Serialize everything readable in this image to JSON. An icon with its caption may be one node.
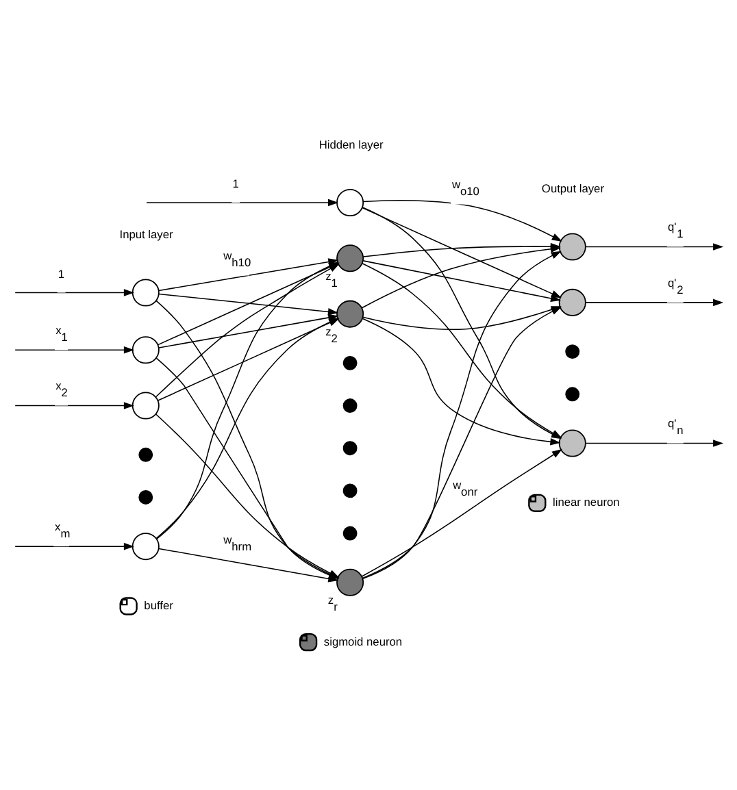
{
  "diagram": {
    "nodes": [
      {
        "text": [],
        "shape": "circle"
      },
      {
        "text": [],
        "shape": "circle"
      },
      {
        "text": [],
        "shape": "circle"
      },
      {
        "text": [],
        "shape": "circle"
      },
      {
        "text": [],
        "shape": "circle"
      },
      {
        "text": [],
        "shape": "circle"
      },
      {
        "text": [],
        "shape": "circle"
      },
      {
        "text": [],
        "shape": "circle",
        "beside": [
          "z$_{1}$"
        ]
      },
      {
        "text": [],
        "shape": "circle",
        "beside": [
          "z$_{2}$"
        ]
      },
      {
        "text": [],
        "shape": "circle"
      },
      {
        "text": [],
        "shape": "circle"
      },
      {
        "text": [],
        "shape": "circle"
      },
      {
        "text": [],
        "shape": "circle"
      },
      {
        "text": [],
        "shape": "circle"
      },
      {
        "text": [],
        "shape": "circle",
        "beside": [
          "z$_{r}$"
        ]
      },
      {
        "text": [],
        "shape": "circle"
      },
      {
        "text": [],
        "shape": "circle"
      },
      {
        "text": [],
        "shape": "circle"
      },
      {
        "text": [],
        "shape": "circle"
      },
      {
        "text": [],
        "shape": "circle"
      }
    ],
    "edges": [
      {
        "from": null,
        "to": 0,
        "arrow": "to",
        "label": "1"
      },
      {
        "from": null,
        "to": 1,
        "arrow": "to",
        "label": "x$_{1}$"
      },
      {
        "from": null,
        "to": 2,
        "arrow": "to",
        "label": "x$_{2}$"
      },
      {
        "from": null,
        "to": 3,
        "arrow": "to",
        "label": "x$_{m}$"
      },
      {
        "from": null,
        "to": 6,
        "arrow": "to",
        "label": "1"
      },
      {
        "from": 0,
        "to": 7,
        "arrow": "to",
        "label": "w$_{h10}$"
      },
      {
        "from": 0,
        "to": 8,
        "arrow": "to"
      },
      {
        "from": 0,
        "to": 14,
        "arrow": "to"
      },
      {
        "from": 1,
        "to": 7,
        "arrow": "to"
      },
      {
        "from": 1,
        "to": 8,
        "arrow": "to"
      },
      {
        "from": 1,
        "to": 14,
        "arrow": "to"
      },
      {
        "from": 2,
        "to": 7,
        "arrow": "to"
      },
      {
        "from": 2,
        "to": 8,
        "arrow": "to"
      },
      {
        "from": 2,
        "to": 14,
        "arrow": "to"
      },
      {
        "from": 3,
        "to": 7,
        "arrow": "to"
      },
      {
        "from": 3,
        "to": 8,
        "arrow": "to"
      },
      {
        "from": 3,
        "to": 14,
        "arrow": "to",
        "label": "w$_{hrm}$"
      },
      {
        "from": 6,
        "to": 15,
        "arrow": "to",
        "label": "w$_{o10}$"
      },
      {
        "from": 6,
        "to": 16,
        "arrow": "to"
      },
      {
        "from": 6,
        "to": 19,
        "arrow": "to"
      },
      {
        "from": 7,
        "to": 15,
        "arrow": "to"
      },
      {
        "from": 7,
        "to": 16,
        "arrow": "to"
      },
      {
        "from": 7,
        "to": 19,
        "arrow": "to"
      },
      {
        "from": 8,
        "to": 15,
        "arrow": "to"
      },
      {
        "from": 8,
        "to": 16,
        "arrow": "to"
      },
      {
        "from": 8,
        "to": 19,
        "arrow": "to"
      },
      {
        "from": 14,
        "to": 15,
        "arrow": "to"
      },
      {
        "from": 14,
        "to": 16,
        "arrow": "to"
      },
      {
        "from": 14,
        "to": 19,
        "arrow": "to",
        "label": "w$_{onr}$"
      },
      {
        "from": 15,
        "to": null,
        "arrow": "to",
        "label": "q'$_{1}$"
      },
      {
        "from": 16,
        "to": null,
        "arrow": "to",
        "label": "q'$_{2}$"
      },
      {
        "from": 19,
        "to": null,
        "arrow": "to",
        "label": "q'$_{n}$"
      }
    ],
    "labels": [
      "Input layer",
      "Hidden layer",
      "Output layer"
    ],
    "legend": [
      {
        "text": "buffer"
      },
      {
        "text": "sigmoid neuron"
      },
      {
        "text": "linear neuron"
      }
    ]
  }
}
